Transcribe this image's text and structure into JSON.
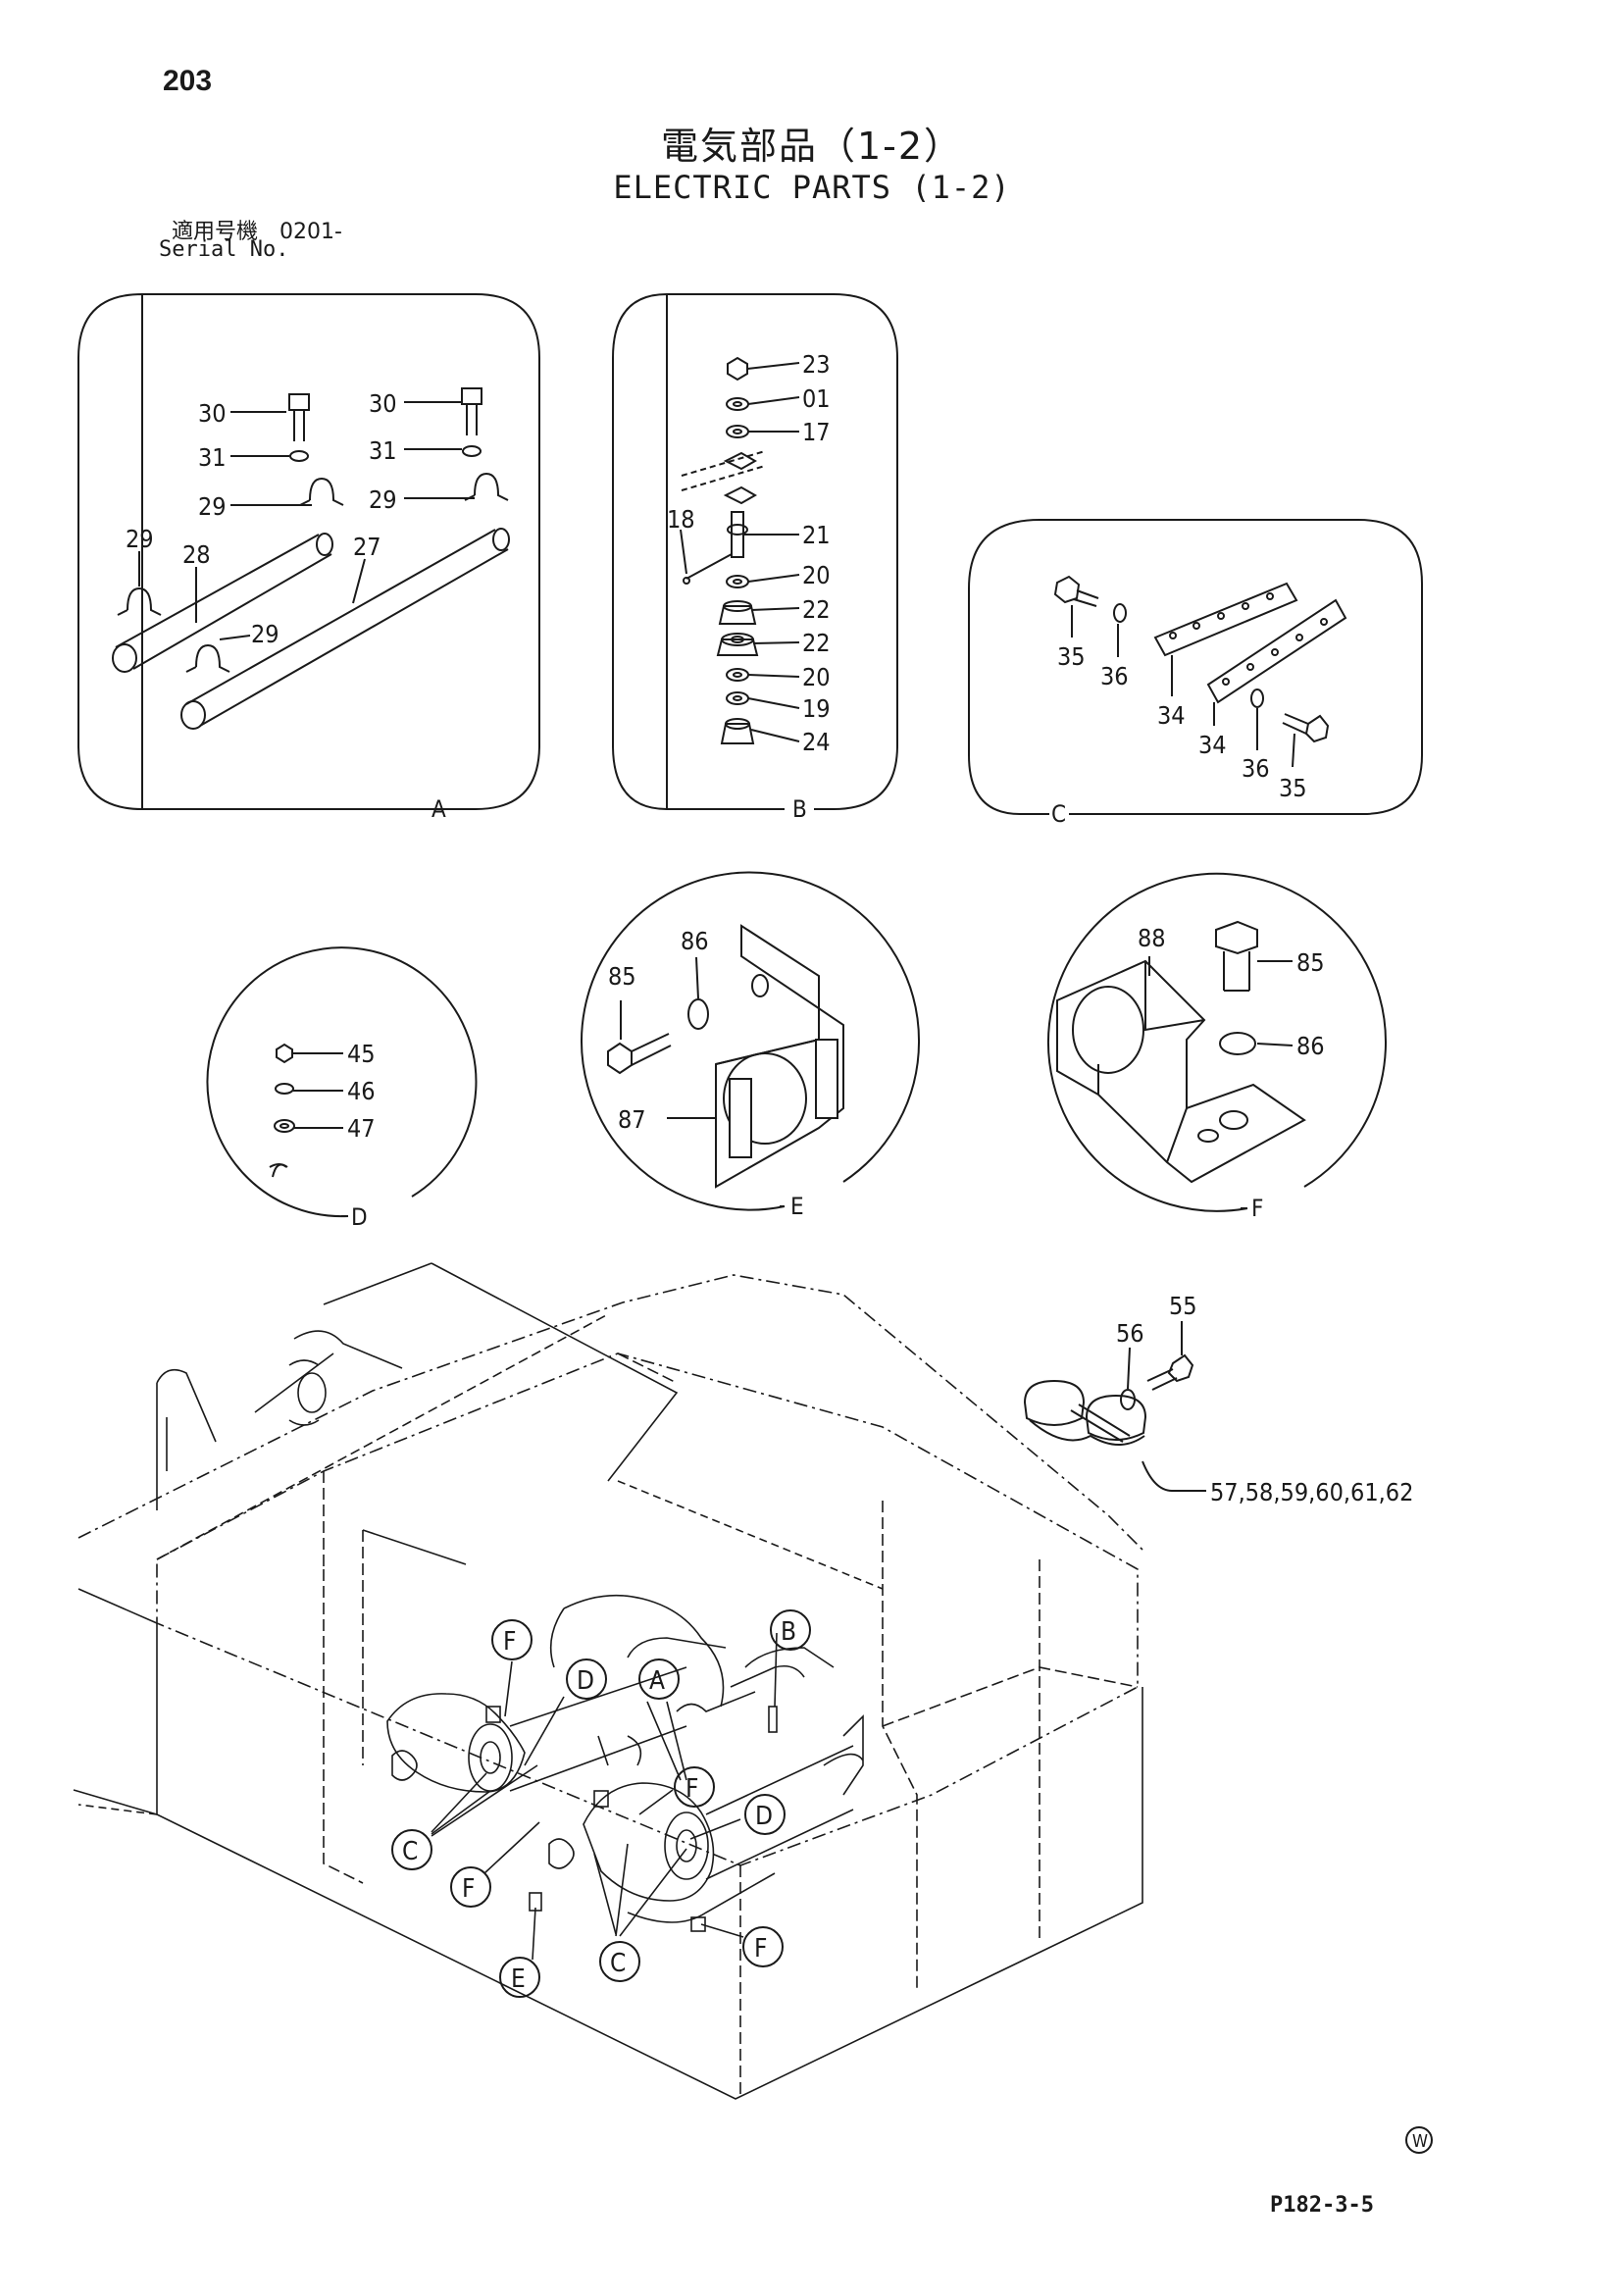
{
  "page_number": "203",
  "title_jp": "電気部品（1-2）",
  "title_en": "ELECTRIC PARTS (1-2)",
  "serial_jp": "適用号機　0201-",
  "serial_en": "Serial No.",
  "doc_ref": "P182-3-5",
  "corner_mark": "W",
  "detail_A": {
    "letter": "A",
    "labels": [
      "30",
      "31",
      "29",
      "30",
      "31",
      "29",
      "29",
      "28",
      "27",
      "29"
    ]
  },
  "detail_B": {
    "letter": "B",
    "labels": [
      "23",
      "01",
      "17",
      "18",
      "21",
      "20",
      "22",
      "22",
      "20",
      "19",
      "24"
    ]
  },
  "detail_C": {
    "letter": "C",
    "labels": [
      "35",
      "36",
      "34",
      "34",
      "36",
      "35"
    ]
  },
  "detail_D": {
    "letter": "D",
    "labels": [
      "45",
      "46",
      "47"
    ]
  },
  "detail_E": {
    "letter": "E",
    "labels": [
      "86",
      "85",
      "87"
    ]
  },
  "detail_F": {
    "letter": "F",
    "labels": [
      "88",
      "85",
      "86"
    ]
  },
  "clamp_parts": {
    "labels": [
      "55",
      "56",
      "57,58,59,60,61,62"
    ]
  },
  "callouts": [
    "F",
    "D",
    "A",
    "B",
    "F",
    "D",
    "C",
    "F",
    "C",
    "E",
    "F"
  ]
}
